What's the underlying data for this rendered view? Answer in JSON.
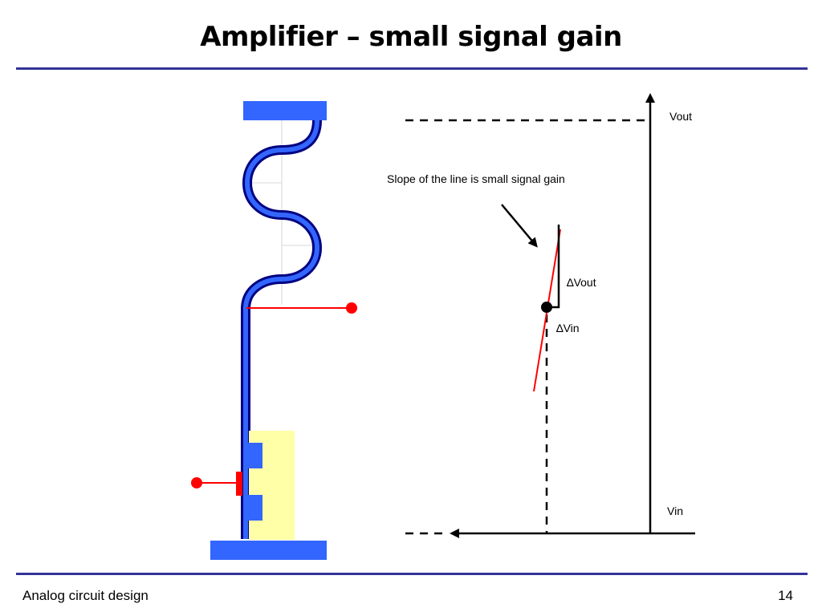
{
  "slide": {
    "title": "Amplifier – small signal gain",
    "footer": "Analog circuit design",
    "page_number": "14"
  },
  "diagram": {
    "axis_y_label": "Vout",
    "axis_x_label": "Vin",
    "slope_caption": "Slope of the line is small signal gain",
    "delta_vout_label": "∆Vout",
    "delta_vin_label": "∆Vin"
  },
  "colors": {
    "accent_rule": "#333399",
    "layout_blue": "#3366ff",
    "wire_dark": "#000080",
    "implant_yellow": "#ffffa8",
    "signal_red": "#ff0000"
  }
}
